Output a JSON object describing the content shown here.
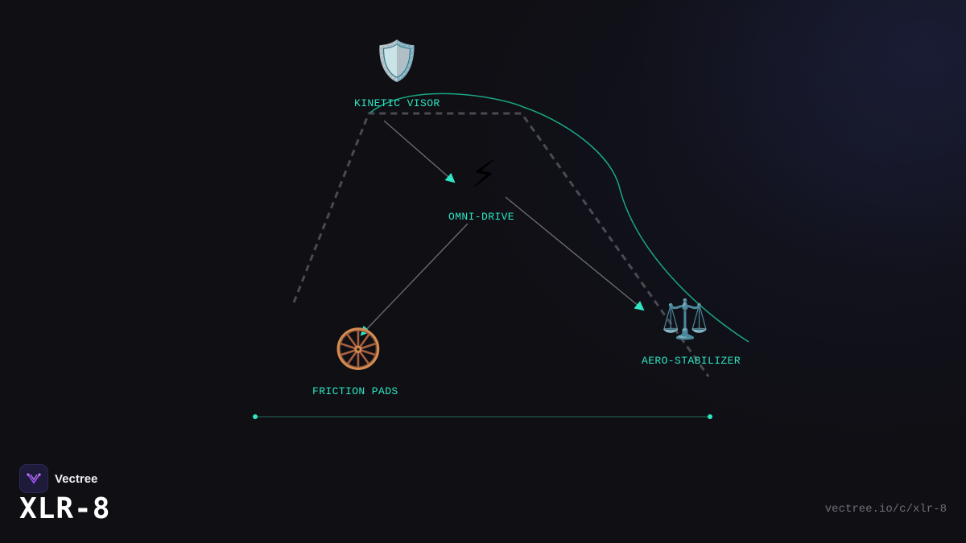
{
  "nodes": [
    {
      "id": "kinetic-visor",
      "label": "KINETIC VISOR",
      "icon": "shield-icon",
      "glyph": "🛡️"
    },
    {
      "id": "omni-drive",
      "label": "OMNI-DRIVE",
      "icon": "lightning-icon",
      "glyph": "⚡"
    },
    {
      "id": "friction-pads",
      "label": "FRICTION PADS",
      "icon": "wheel-icon",
      "glyph": "🛞"
    },
    {
      "id": "aero-stabilizer",
      "label": "AERO-STABILIZER",
      "icon": "scales-icon",
      "glyph": "⚖️"
    }
  ],
  "edges": [
    {
      "from": "kinetic-visor",
      "to": "omni-drive"
    },
    {
      "from": "omni-drive",
      "to": "friction-pads"
    },
    {
      "from": "omni-drive",
      "to": "aero-stabilizer"
    }
  ],
  "colors": {
    "accent": "#2ee6c3",
    "curve": "#1aa583",
    "dashed": "#4a4a52",
    "edge": "#6e6e76"
  },
  "brand": {
    "name": "Vectree",
    "logo_icon": "vectree-logo-icon"
  },
  "title": "XLR-8",
  "url": "vectree.io/c/xlr-8"
}
